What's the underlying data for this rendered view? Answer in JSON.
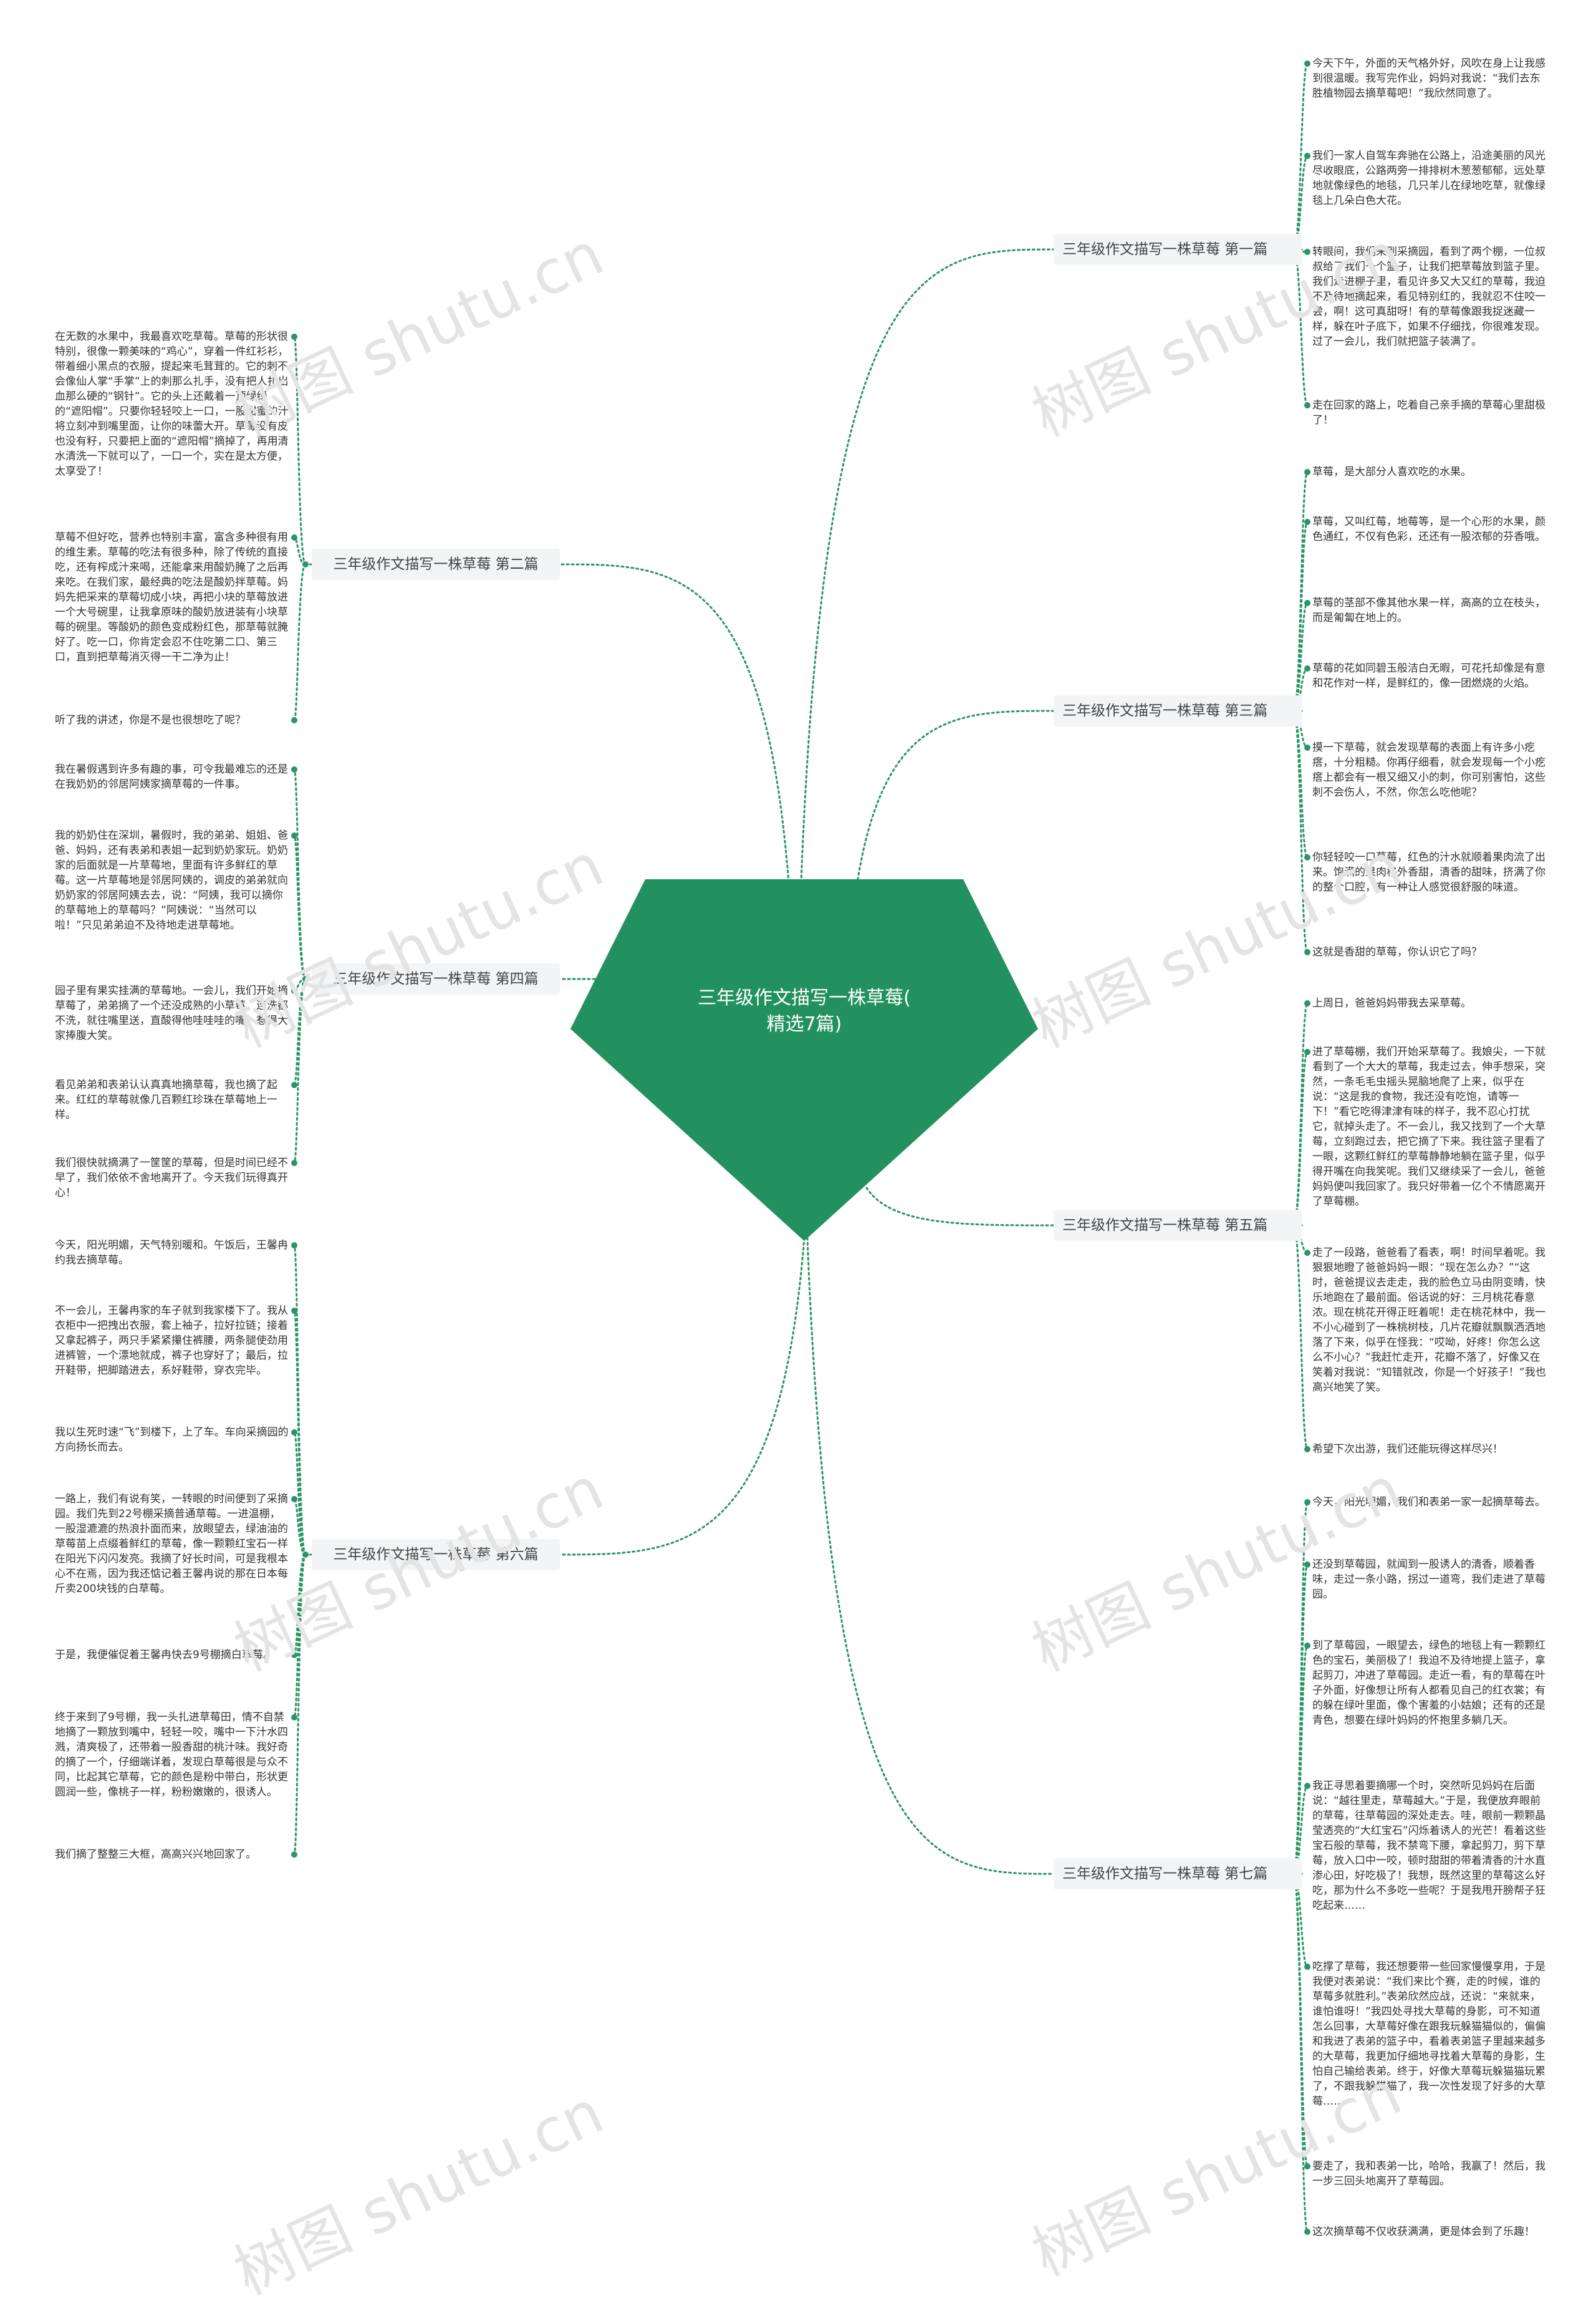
{
  "central_topic": "三年级作文描写一株草莓(\n精选7篇)",
  "watermark": "树图 shutu.cn",
  "colors": {
    "node": "#23915f",
    "line": "#2a9565",
    "branch_bg": "#f2f4f6"
  },
  "branches": [
    {
      "label": "三年级作文描写一株草莓 第一篇",
      "leaves": [
        "今天下午，外面的天气格外好，风吹在身上让我感到很温暖。我写完作业，妈妈对我说：“我们去东胜植物园去摘草莓吧！”我欣然同意了。",
        "我们一家人自驾车奔驰在公路上，沿途美丽的风光尽收眼底，公路两旁一排排树木葱葱郁郁，远处草地就像绿色的地毯，几只羊儿在绿地吃草，就像绿毯上几朵白色大花。",
        "转眼间，我们来到采摘园，看到了两个棚，一位叔叔给了我们一个篮子，让我们把草莓放到篮子里。我们走进棚子里，看见许多又大又红的草莓，我迫不及待地摘起来，看见特别红的，我就忍不住咬一尝，啊！这可真甜呀！有的草莓像跟我捉迷藏一样，躲在叶子底下，如果不仔细找，你很难发现。过了一会儿，我们就把篮子装满了。",
        "走在回家的路上，吃着自己亲手摘的草莓心里甜极了！"
      ]
    },
    {
      "label": "三年级作文描写一株草莓 第二篇",
      "leaves": [
        "在无数的水果中，我最喜欢吃草莓。草莓的形状很特别，很像一颗美味的“鸡心”，穿着一件红衫衫，带着细小黑点的衣服，提起来毛茸茸的。它的刺不会像仙人掌“手掌”上的刺那么扎手，没有把人扎出血那么硬的“钢针”。它的头上还戴着一顶绿绿的“遮阳帽”。只要你轻轻咬上一口，一股甜蜜的汁将立刻冲到嘴里面，让你的味蕾大开。草莓没有皮也没有籽，只要把上面的“遮阳帽”摘掉了，再用清水清洗一下就可以了，一口一个，实在是太方便，太享受了！",
        "草莓不但好吃，营养也特别丰富，富含多种很有用的维生素。草莓的吃法有很多种，除了传统的直接吃，还有榨成汁来喝，还能拿来用酸奶腌了之后再来吃。在我们家，最经典的吃法是酸奶拌草莓。妈妈先把采来的草莓切成小块，再把小块的草莓放进一个大号碗里，让我拿原味的酸奶放进装有小块草莓的碗里。等酸奶的颜色变成粉红色，那草莓就腌好了。吃一口，你肯定会忍不住吃第二口、第三口，直到把草莓消灭得一干二净为止！",
        "听了我的讲述，你是不是也很想吃了呢？"
      ]
    },
    {
      "label": "三年级作文描写一株草莓 第三篇",
      "leaves": [
        "草莓，是大部分人喜欢吃的水果。",
        "草莓，又叫红莓，地莓等，是一个心形的水果，颜色通红，不仅有色彩，还还有一股浓郁的芬香哦。",
        "草莓的茎部不像其他水果一样，高高的立在枝头，而是匍匐在地上的。",
        "草莓的花如同碧玉般洁白无暇，可花托却像是有意和花作对一样，是鲜红的，像一团燃烧的火焰。",
        "摸一下草莓，就会发现草莓的表面上有许多小疙瘩，十分粗糙。你再仔细看，就会发现每一个小疙瘩上都会有一根又细又小的刺，你可别害怕，这些刺不会伤人，不然，你怎么吃他呢？",
        "你轻轻咬一口草莓，红色的汁水就顺着果肉流了出来。饱满的果肉格外香甜，清香的甜味，挤满了你的整个口腔，有一种让人感觉很舒服的味道。",
        "这就是香甜的草莓，你认识它了吗？"
      ]
    },
    {
      "label": "三年级作文描写一株草莓 第四篇",
      "leaves": [
        "我在暑假遇到许多有趣的事，可令我最难忘的还是在我奶奶的邻居阿姨家摘草莓的一件事。",
        "我的奶奶住在深圳，暑假时，我的弟弟、姐姐、爸爸、妈妈，还有表弟和表姐一起到奶奶家玩。奶奶家的后面就是一片草莓地，里面有许多鲜红的草莓。这一片草莓地是邻居阿姨的，调皮的弟弟就向奶奶家的邻居阿姨去去，说：“阿姨，我可以摘你的草莓地上的草莓吗？”阿姨说：“当然可以啦！”只见弟弟迫不及待地走进草莓地。",
        "园子里有果实挂满的草莓地。一会儿，我们开始摘草莓了，弟弟摘了一个还没成熟的小草莓，连洗都不洗，就往嘴里送，直酸得他哇哇哇的嘴，惹得大家捧腹大笑。",
        "看见弟弟和表弟认认真真地摘草莓，我也摘了起来。红红的草莓就像几百颗红珍珠在草莓地上一样。",
        "我们很快就摘满了一筐筐的草莓，但是时间已经不早了，我们依依不舍地离开了。今天我们玩得真开心！"
      ]
    },
    {
      "label": "三年级作文描写一株草莓 第五篇",
      "leaves": [
        "上周日，爸爸妈妈带我去采草莓。",
        "进了草莓棚，我们开始采草莓了。我娘尖，一下就看到了一个大大的草莓，我走过去，伸手想采，突然，一条毛毛虫摇头晃脑地爬了上来，似乎在说：“这是我的食物，我还没有吃饱，请等一下！”看它吃得津津有味的样子，我不忍心打扰它，就掉头走了。不一会儿，我又找到了一个大草莓，立刻跑过去，把它摘了下来。我往篮子里看了一眼，这颗红鲜红的草莓静静地躺在篮子里，似乎得开嘴在向我笑呢。我们又继续采了一会儿，爸爸妈妈便叫我回家了。我只好带着一亿个不情愿离开了草莓棚。",
        "走了一段路，爸爸看了看表，啊！时间早着呢。我狠狠地瞪了爸爸妈妈一眼：“现在怎么办？”“这时，爸爸提议去走走，我的脸色立马由阴变晴，快乐地跑在了最前面。俗话说的好：三月桃花春意浓。现在桃花开得正旺着呢！走在桃花林中，我一不小心碰到了一株桃树枝，几片花瓣就飘飘洒洒地落了下来，似乎在怪我：“哎呦，好疼！你怎么这么不小心？”我赶忙走开，花瓣不落了，好像又在笑着对我说：“知错就改，你是一个好孩子！”我也高兴地笑了笑。",
        "希望下次出游，我们还能玩得这样尽兴！"
      ]
    },
    {
      "label": "三年级作文描写一株草莓 第六篇",
      "leaves": [
        "今天，阳光明媚，天气特别暖和。午饭后，王馨冉约我去摘草莓。",
        "不一会儿，王馨冉家的车子就到我家楼下了。我从衣柜中一把拽出衣服，套上袖子，拉好拉链；接着又拿起裤子，两只手紧紧攥住裤腰，两条腿使劲用进裤管，一个漂地就成，裤子也穿好了；最后，拉开鞋带，把脚踏进去，系好鞋带，穿衣完毕。",
        "我以生死时速“飞”到楼下，上了车。车向采摘园的方向扬长而去。",
        "一路上，我们有说有笑，一转眼的时间便到了采摘园。我们先到22号棚采摘普通草莓。一进温棚，一股湿漉漉的热浪扑面而来，放眼望去，绿油油的草莓苗上点缀着鲜红的草莓，像一颗颗红宝石一样在阳光下闪闪发亮。我摘了好长时间，可是我根本心不在焉，因为我还惦记着王馨冉说的那在日本每斤卖200块钱的白草莓。",
        "于是，我便催促着王馨冉快去9号棚摘白草莓。",
        "终于来到了9号棚，我一头扎进草莓田，情不自禁地摘了一颗放到嘴中，轻轻一咬，嘴中一下汁水四溅，清爽极了，还带着一股香甜的桃汁味。我好奇的摘了一个，仔细端详着，发现白草莓很是与众不同，比起其它草莓，它的颜色是粉中带白，形状更圆润一些，像桃子一样，粉粉嫩嫩的，很诱人。",
        "我们摘了整整三大框，高高兴兴地回家了。"
      ]
    },
    {
      "label": "三年级作文描写一株草莓 第七篇",
      "leaves": [
        "今天，阳光明媚，我们和表弟一家一起摘草莓去。",
        "还没到草莓园，就闻到一股诱人的清香，顺着香味，走过一条小路，拐过一道弯，我们走进了草莓园。",
        "到了草莓园，一眼望去，绿色的地毯上有一颗颗红色的宝石，美丽极了！我迫不及待地提上篮子，拿起剪刀，冲进了草莓园。走近一看，有的草莓在叶子外面，好像想让所有人都看见自己的红衣裳；有的躲在绿叶里面，像个害羞的小姑娘；还有的还是青色，想要在绿叶妈妈的怀抱里多躺几天。",
        "我正寻思着要摘哪一个时，突然听见妈妈在后面说：“越往里走，草莓越大。”于是，我便放弃眼前的草莓，往草莓园的深处走去。哇，眼前一颗颗晶莹透亮的“大红宝石”闪烁着诱人的光芒！看着这些宝石般的草莓，我不禁弯下腰，拿起剪刀，剪下草莓，放入口中一咬，顿时甜甜的带着清香的汁水直渗心田，好吃极了！我想，既然这里的草莓这么好吃，那为什么不多吃一些呢？于是我甩开膀帮子狂吃起来……",
        "吃撑了草莓，我还想要带一些回家慢慢享用，于是我便对表弟说：“我们来比个赛，走的时候，谁的草莓多就胜利。”表弟欣然应战，还说：“来就来，谁怕谁呀！”我四处寻找大草莓的身影，可不知道怎么回事，大草莓好像在跟我玩躲猫猫似的，偏偏和我进了表弟的篮子中，看着表弟篮子里越来越多的大草莓，我更加仔细地寻找着大草莓的身影，生怕自己输给表弟。终于，好像大草莓玩躲猫猫玩累了，不跟我躲猫猫了，我一次性发现了好多的大草莓……",
        "要走了，我和表弟一比，哈哈，我赢了！然后，我一步三回头地离开了草莓园。",
        "这次摘草莓不仅收获满满，更是体会到了乐趣！"
      ]
    }
  ]
}
